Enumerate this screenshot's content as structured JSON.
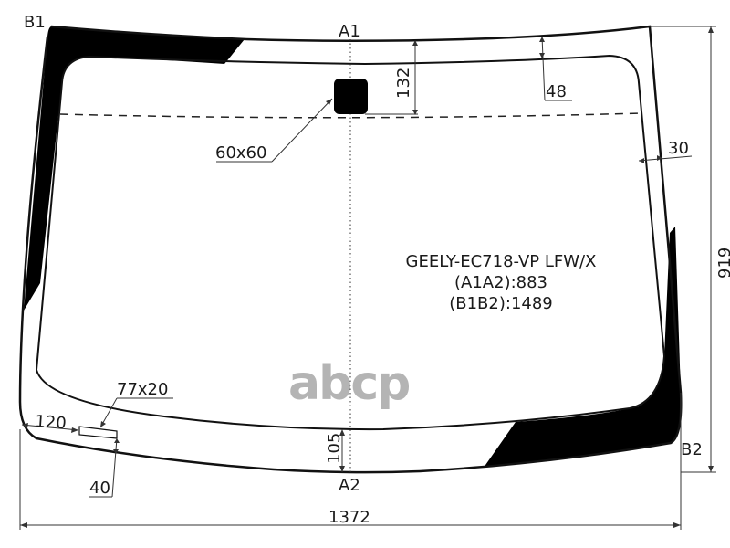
{
  "diagram": {
    "title": "GEELY-EC718-VP LFW/X",
    "measurements": [
      {
        "label": "(A1A2)",
        "value": "883"
      },
      {
        "label": "(B1B2)",
        "value": "1489"
      }
    ],
    "info_lines": [
      "GEELY-EC718-VP LFW/X",
      "(A1A2):883",
      "(B1B2):1489"
    ],
    "points": {
      "b1": "B1",
      "a1": "A1",
      "a2": "A2",
      "b2": "B2"
    },
    "dimensions": {
      "top_band_height": "132",
      "top_edge_offset": "48",
      "side_edge_offset": "30",
      "total_height": "919",
      "total_width": "1372",
      "bottom_center_band": "105",
      "sensor_size": "60x60",
      "vin_window_size": "77x20",
      "vin_window_left_offset": "120",
      "vin_window_bottom_offset": "40"
    },
    "watermark": "abcp",
    "colors": {
      "line": "#111111",
      "frit": "#000000",
      "dimension": "#333333",
      "watermark": "#b4b4b4",
      "background": "#ffffff"
    }
  }
}
